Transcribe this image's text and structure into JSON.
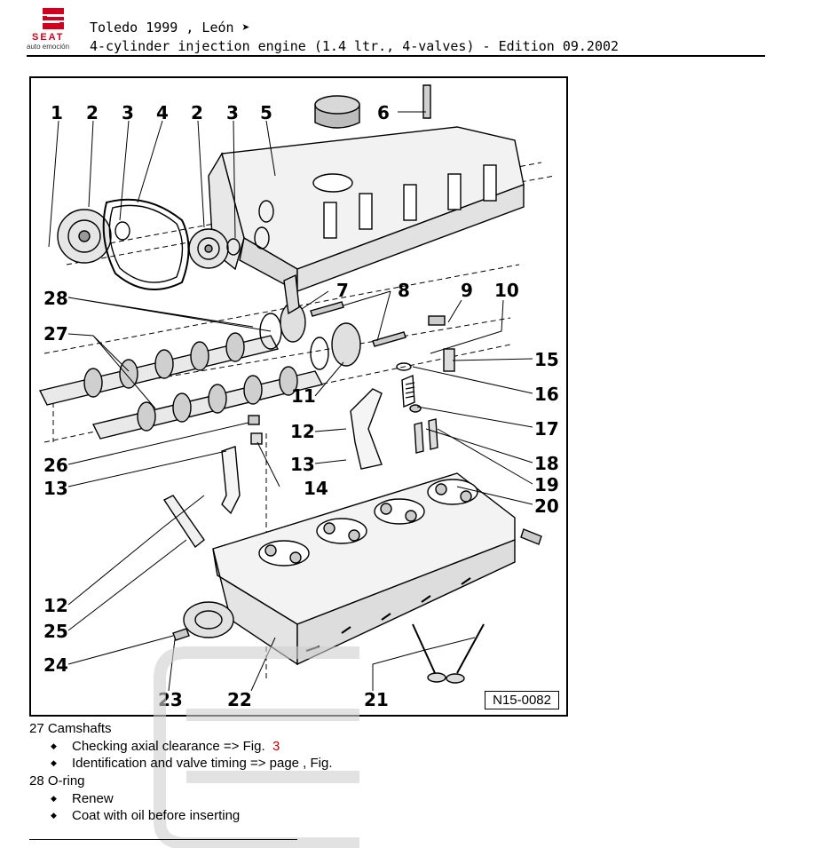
{
  "header": {
    "brand": "SEAT",
    "tagline": "auto emoción",
    "line1": "Toledo 1999 , León ➤",
    "line2": "4-cylinder injection engine (1.4 ltr., 4-valves) - Edition 09.2002"
  },
  "figure": {
    "id": "N15-0082",
    "callouts": {
      "c1": "1",
      "c2a": "2",
      "c3a": "3",
      "c4": "4",
      "c2b": "2",
      "c3b": "3",
      "c5": "5",
      "c6": "6",
      "c28": "28",
      "c7": "7",
      "c8": "8",
      "c9": "9",
      "c10": "10",
      "c27": "27",
      "c15": "15",
      "c16": "16",
      "c11": "11",
      "c17": "17",
      "c12a": "12",
      "c18": "18",
      "c26": "26",
      "c13a": "13",
      "c13b": "13",
      "c14": "14",
      "c19": "19",
      "c20": "20",
      "c12b": "12",
      "c25": "25",
      "c24": "24",
      "c23": "23",
      "c22": "22",
      "c21": "21"
    }
  },
  "notes": [
    {
      "title": "27 Camshafts",
      "bullets": [
        {
          "text": "Checking axial clearance => Fig.",
          "link": "3"
        },
        {
          "text": "Identification and valve timing => page , Fig.",
          "link": ""
        }
      ]
    },
    {
      "title": "28 O-ring",
      "bullets": [
        {
          "text": "Renew",
          "link": ""
        },
        {
          "text": "Coat with oil before inserting",
          "link": ""
        }
      ]
    }
  ]
}
